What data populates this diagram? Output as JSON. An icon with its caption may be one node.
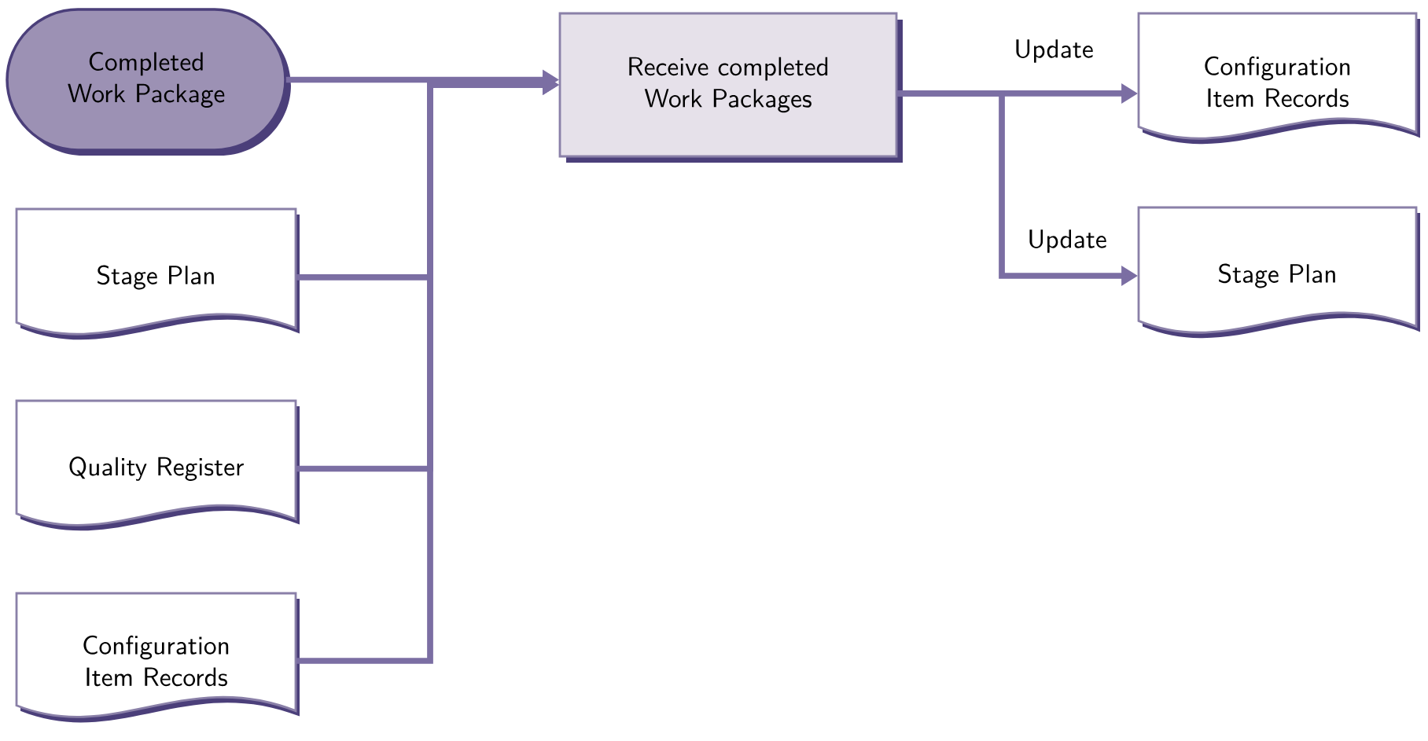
{
  "diagram": {
    "nodes": [
      {
        "text": [
          "Completed Work Package"
        ]
      },
      {
        "text": [
          "Stage Plan"
        ]
      },
      {
        "text": [
          "Quality Register"
        ]
      },
      {
        "text": [
          "Configuration Item Records"
        ]
      },
      {
        "text": [
          "Receive completed Work Packages"
        ]
      },
      {
        "text": [
          "Configuration Item Records"
        ]
      },
      {
        "text": [
          "Stage Plan"
        ]
      }
    ],
    "edges": [
      {
        "from": 0,
        "to": 4,
        "arrow": "to"
      },
      {
        "from": 1,
        "to": 4,
        "arrow": "to"
      },
      {
        "from": 2,
        "to": 4,
        "arrow": "to"
      },
      {
        "from": 3,
        "to": 4,
        "arrow": "to"
      },
      {
        "from": 4,
        "to": 5,
        "arrow": "to",
        "label": "Update"
      },
      {
        "from": 4,
        "to": 6,
        "arrow": "to",
        "label": "Update"
      }
    ]
  }
}
